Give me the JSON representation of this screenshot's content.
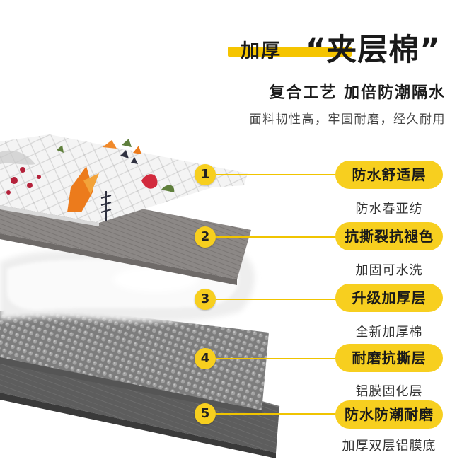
{
  "header": {
    "title_prefix": "加厚",
    "title_main": "“夹层棉”",
    "subtitle": "复合工艺 加倍防潮隔水",
    "tagline": "面料韧性高，牢固耐磨，经久耐用"
  },
  "layers": [
    {
      "number": "1",
      "name": "防水舒适层",
      "desc": "防水春亚纺"
    },
    {
      "number": "2",
      "name": "抗撕裂抗褪色",
      "desc": "加固可水洗"
    },
    {
      "number": "3",
      "name": "升级加厚层",
      "desc": "全新加厚棉"
    },
    {
      "number": "4",
      "name": "耐磨抗撕层",
      "desc": "铝膜固化层"
    },
    {
      "number": "5",
      "name": "防水防潮耐磨",
      "desc": "加厚双层铝膜底"
    }
  ],
  "colors": {
    "accent": "#f7cf1f",
    "text": "#1a1a1a"
  }
}
